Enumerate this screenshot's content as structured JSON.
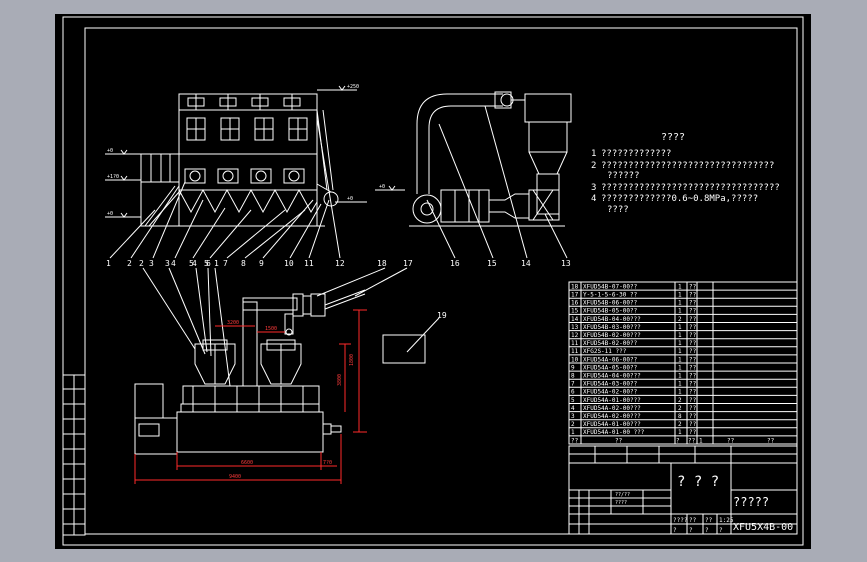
{
  "notes": {
    "title": "????",
    "items": [
      {
        "num": "1",
        "text": "?????????????"
      },
      {
        "num": "2",
        "text": "????????????????????????????????"
      },
      {
        "num": "",
        "text": "??????"
      },
      {
        "num": "3",
        "text": "?????????????????????????????????"
      },
      {
        "num": "4",
        "text": "?????????????0.6~0.8MPa,?????"
      },
      {
        "num": "",
        "text": "????"
      }
    ]
  },
  "elevations": [
    "+250",
    "+0",
    "+1?0",
    "+0",
    "+0",
    "+0"
  ],
  "top_callouts": [
    "1",
    "2",
    "3",
    "4",
    "5",
    "6",
    "7",
    "8",
    "9",
    "10",
    "11",
    "12",
    "16",
    "15",
    "14",
    "13"
  ],
  "mid_callouts": [
    "2",
    "3",
    "4",
    "5",
    "1",
    "18",
    "17",
    "19"
  ],
  "dimensions": {
    "d1": "3200",
    "d2": "1500",
    "d3": "1800",
    "d4": "3800",
    "d5": "6600",
    "d6": "7?0",
    "d7": "9400"
  },
  "parts": [
    {
      "no": "18",
      "code": "XFUD54B-07-00??",
      "qty": "1",
      "mat": "??"
    },
    {
      "no": "17",
      "code": "Y-5-1-5-6-30 ??",
      "qty": "1",
      "mat": "??"
    },
    {
      "no": "16",
      "code": "XFUD54B-06-00??",
      "qty": "1",
      "mat": "??"
    },
    {
      "no": "15",
      "code": "XFUD54B-05-00??",
      "qty": "1",
      "mat": "??"
    },
    {
      "no": "14",
      "code": "XFUD54B-04-00???",
      "qty": "2",
      "mat": "??"
    },
    {
      "no": "13",
      "code": "XFUD54B-03-00???",
      "qty": "1",
      "mat": "??"
    },
    {
      "no": "12",
      "code": "XFUD54B-02-00???",
      "qty": "1",
      "mat": "??"
    },
    {
      "no": "11",
      "code": "XFUD54B-02-00??",
      "qty": "1",
      "mat": "??"
    },
    {
      "no": "11",
      "code": "XFG2S-11     ???",
      "qty": "1",
      "mat": "??"
    },
    {
      "no": "10",
      "code": "XFUD54A-06-00??",
      "qty": "1",
      "mat": "??"
    },
    {
      "no": "9",
      "code": "XFUD54A-05-00??",
      "qty": "1",
      "mat": "??"
    },
    {
      "no": "8",
      "code": "XFUD54A-04-00???",
      "qty": "1",
      "mat": "??"
    },
    {
      "no": "7",
      "code": "XFUD54A-03-00??",
      "qty": "1",
      "mat": "??"
    },
    {
      "no": "6",
      "code": "XFUD54A-02-00??",
      "qty": "1",
      "mat": "??"
    },
    {
      "no": "5",
      "code": "XFUD54A-01-00???",
      "qty": "2",
      "mat": "??"
    },
    {
      "no": "4",
      "code": "XFUD54A-02-00???",
      "qty": "2",
      "mat": "??"
    },
    {
      "no": "3",
      "code": "XFUD54A-02-00???",
      "qty": "8",
      "mat": "??"
    },
    {
      "no": "2",
      "code": "XFUD54A-01-00???",
      "qty": "2",
      "mat": "??"
    },
    {
      "no": "1",
      "code": "XFUD54A-01-00 ???",
      "qty": "1",
      "mat": "??"
    }
  ],
  "parts_header": [
    "??",
    "??",
    "?",
    "??",
    "1",
    "??",
    "??"
  ],
  "title_block": {
    "stamp": "? ? ?",
    "drawing_name": "?????",
    "drawing_no": "XFU5X4B-00",
    "scale": "1:25",
    "row1": [
      "????",
      "??",
      "??",
      "??"
    ],
    "row2": [
      "?",
      "?",
      "?",
      "?"
    ],
    "small_a": "??/??",
    "small_b": "????"
  }
}
